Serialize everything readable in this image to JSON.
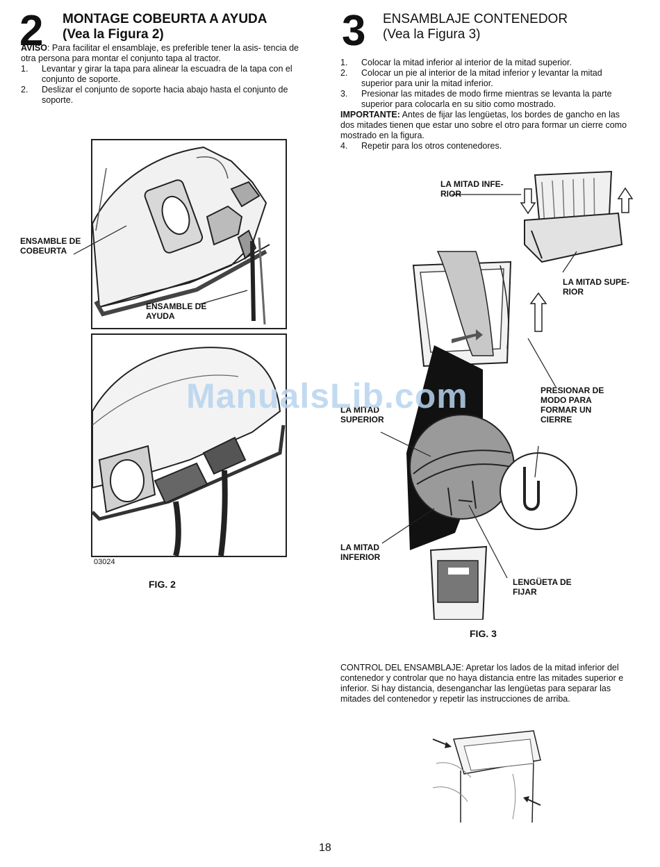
{
  "section2": {
    "number": "2",
    "title_line1": "MONTAGE COBEURTA A AYUDA",
    "title_line2": "(Vea la Figura 2)",
    "notice_label": "AVISO",
    "notice_text": ": Para facilitar el ensamblaje, es preferible tener la asis- tencia de otra persona para montar el conjunto tapa al tractor.",
    "steps": [
      {
        "n": "1.",
        "text": "Levantar y girar la tapa para alinear la escuadra de la tapa con el conjunto de soporte."
      },
      {
        "n": "2.",
        "text": "Deslizar el conjunto de soporte hacia abajo hasta el conjunto de soporte."
      }
    ],
    "label_cobeurta": "ENSAMBLE DE COBEURTA",
    "label_ayuda": "ENSAMBLE DE AYUDA",
    "code": "03024",
    "caption": "FIG. 2"
  },
  "section3": {
    "number": "3",
    "title_line1": "ENSAMBLAJE CONTENEDOR",
    "title_line2": "(Vea la Figura 3)",
    "steps": [
      {
        "n": "1.",
        "text": "Colocar la mitad inferior al interior de la mitad superior."
      },
      {
        "n": "2.",
        "text": "Colocar un pie al interior de la mitad inferior y levantar la mitad superior para unir la mitad inferior."
      },
      {
        "n": "3.",
        "text": "Presionar las mitades de modo firme mientras se levanta la parte superior para colocarla en su sitio como mostrado."
      }
    ],
    "important_label": "IMPORTANTE:",
    "important_text": " Antes de fijar las lengüetas, los bordes de gancho en las dos mitades tienen que estar uno sobre el otro para formar un cierre como mostrado en la figura.",
    "step4": {
      "n": "4.",
      "text": "Repetir para los otros contenedores."
    },
    "label_mitad_inferior_top": "LA MITAD INFE- RIOR",
    "label_mitad_superior_top": "LA MITAD SUPE- RIOR",
    "label_presionar": "PRESIONAR DE MODO PARA FORMAR UN CIERRE",
    "label_mitad_superior": "LA MITAD SUPERIOR",
    "label_mitad_inferior": "LA MITAD INFERIOR",
    "label_lengueta": "LENGÜETA DE FIJAR",
    "caption": "FIG. 3",
    "control_text": "CONTROL DEL ENSAMBLAJE: Apretar los lados de la mitad inferior del contenedor y controlar que no haya distancia entre las mitades superior e inferior. Si hay distancia, desenganchar las lengüetas para separar las mitades del contenedor y repetir las instrucciones de arriba."
  },
  "watermark": "ManualsLib.com",
  "page_number": "18"
}
